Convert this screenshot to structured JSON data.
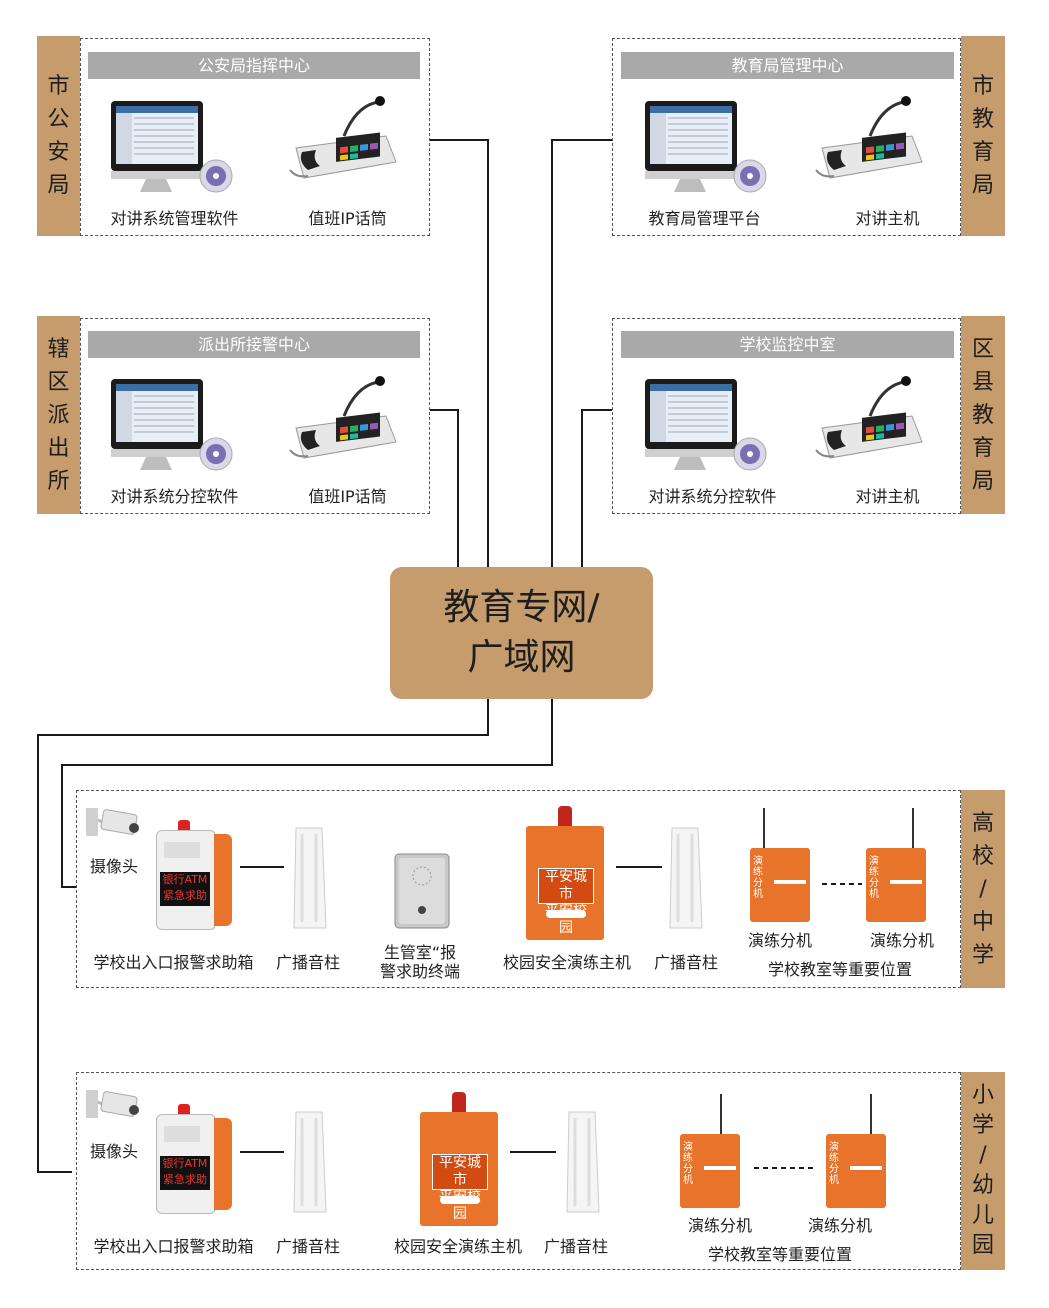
{
  "hub": {
    "line1": "教育专网/",
    "line2": "广域网"
  },
  "sidebars": {
    "city_police": [
      "市",
      "公",
      "安",
      "局"
    ],
    "district_police": [
      "辖",
      "区",
      "派",
      "出",
      "所"
    ],
    "city_edu": [
      "市",
      "教",
      "育",
      "局"
    ],
    "county_edu": [
      "区",
      "县",
      "教",
      "育",
      "局"
    ],
    "high_school": [
      "高",
      "校",
      "/",
      "中",
      "学"
    ],
    "primary": [
      "小",
      "学",
      "/",
      "幼",
      "儿",
      "园"
    ]
  },
  "panels": {
    "police_center": {
      "title": "公安局指挥中心",
      "pc_label": "对讲系统管理软件",
      "phone_label": "值班IP话筒"
    },
    "station_center": {
      "title": "派出所接警中心",
      "pc_label": "对讲系统分控软件",
      "phone_label": "值班IP话筒"
    },
    "edu_center": {
      "title": "教育局管理中心",
      "pc_label": "教育局管理平台",
      "phone_label": "对讲主机"
    },
    "school_monitor": {
      "title": "学校监控中室",
      "pc_label": "对讲系统分控软件",
      "phone_label": "对讲主机"
    }
  },
  "high_school": {
    "camera_label": "摄像头",
    "alarm_box_label": "学校出入口报警求助箱",
    "speaker_label_1": "广播音柱",
    "terminal_label_1": "生管室“报",
    "terminal_label_2": "警求助终端",
    "host_label": "校园安全演练主机",
    "speaker_label_2": "广播音柱",
    "unit_label_1": "演练分机",
    "unit_label_2": "演练分机",
    "location_label": "学校教室等重要位置"
  },
  "primary_school": {
    "camera_label": "摄像头",
    "alarm_box_label": "学校出入口报警求助箱",
    "speaker_label_1": "广播音柱",
    "host_label": "校园安全演练主机",
    "speaker_label_2": "广播音柱",
    "unit_label_1": "演练分机",
    "unit_label_2": "演练分机",
    "location_label": "学校教室等重要位置"
  },
  "device_text": {
    "alarm_sign": [
      "银行ATM",
      "紧急求助"
    ],
    "host_sign": [
      "平安城市",
      "平安校园"
    ],
    "unit_sign": "演练分机"
  },
  "colors": {
    "sidebar": "#c69c6d",
    "hub": "#c69c6d",
    "title_bar": "#a9a9a9",
    "device_orange": "#e8732a"
  }
}
